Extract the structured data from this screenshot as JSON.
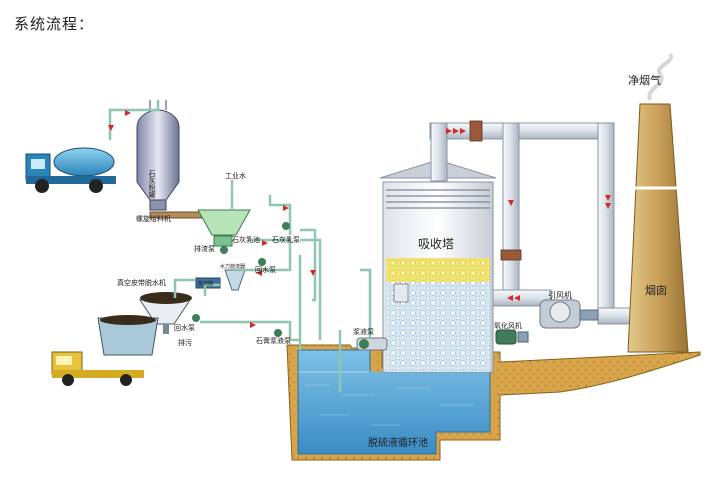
{
  "header": {
    "title": "系统流程："
  },
  "labels": {
    "clean_gas": "净烟气",
    "chimney": "烟囱",
    "absorber": "吸收塔",
    "limestone_silo": "石灰粉罐",
    "screw_feeder": "螺旋给料机",
    "process_water": "工业水",
    "lime_milk_tank": "石灰乳池",
    "lime_milk_pump": "石灰乳泵",
    "drain_pump": "排渣泵",
    "return_water_pump_a": "回水泵",
    "return_water_pump_b": "回水泵",
    "hydrocyclone": "水力旋流器",
    "vacuum_belt_filter": "真空皮带脱水机",
    "cyclone_box": "旋流器",
    "gypsum_pump": "石膏浆液泵",
    "drain": "排污",
    "slurry_pump": "浆液泵",
    "oxidation_fan": "氧化风机",
    "induced_fan": "引风机",
    "circulation_tank": "脱硫液循环池"
  },
  "colors": {
    "ground": "#d9a54a",
    "water": "#5aa8d8",
    "pipe": "#e4e9ef",
    "flow_arrow": "#d8282a",
    "chimney": "#c9a15a"
  }
}
